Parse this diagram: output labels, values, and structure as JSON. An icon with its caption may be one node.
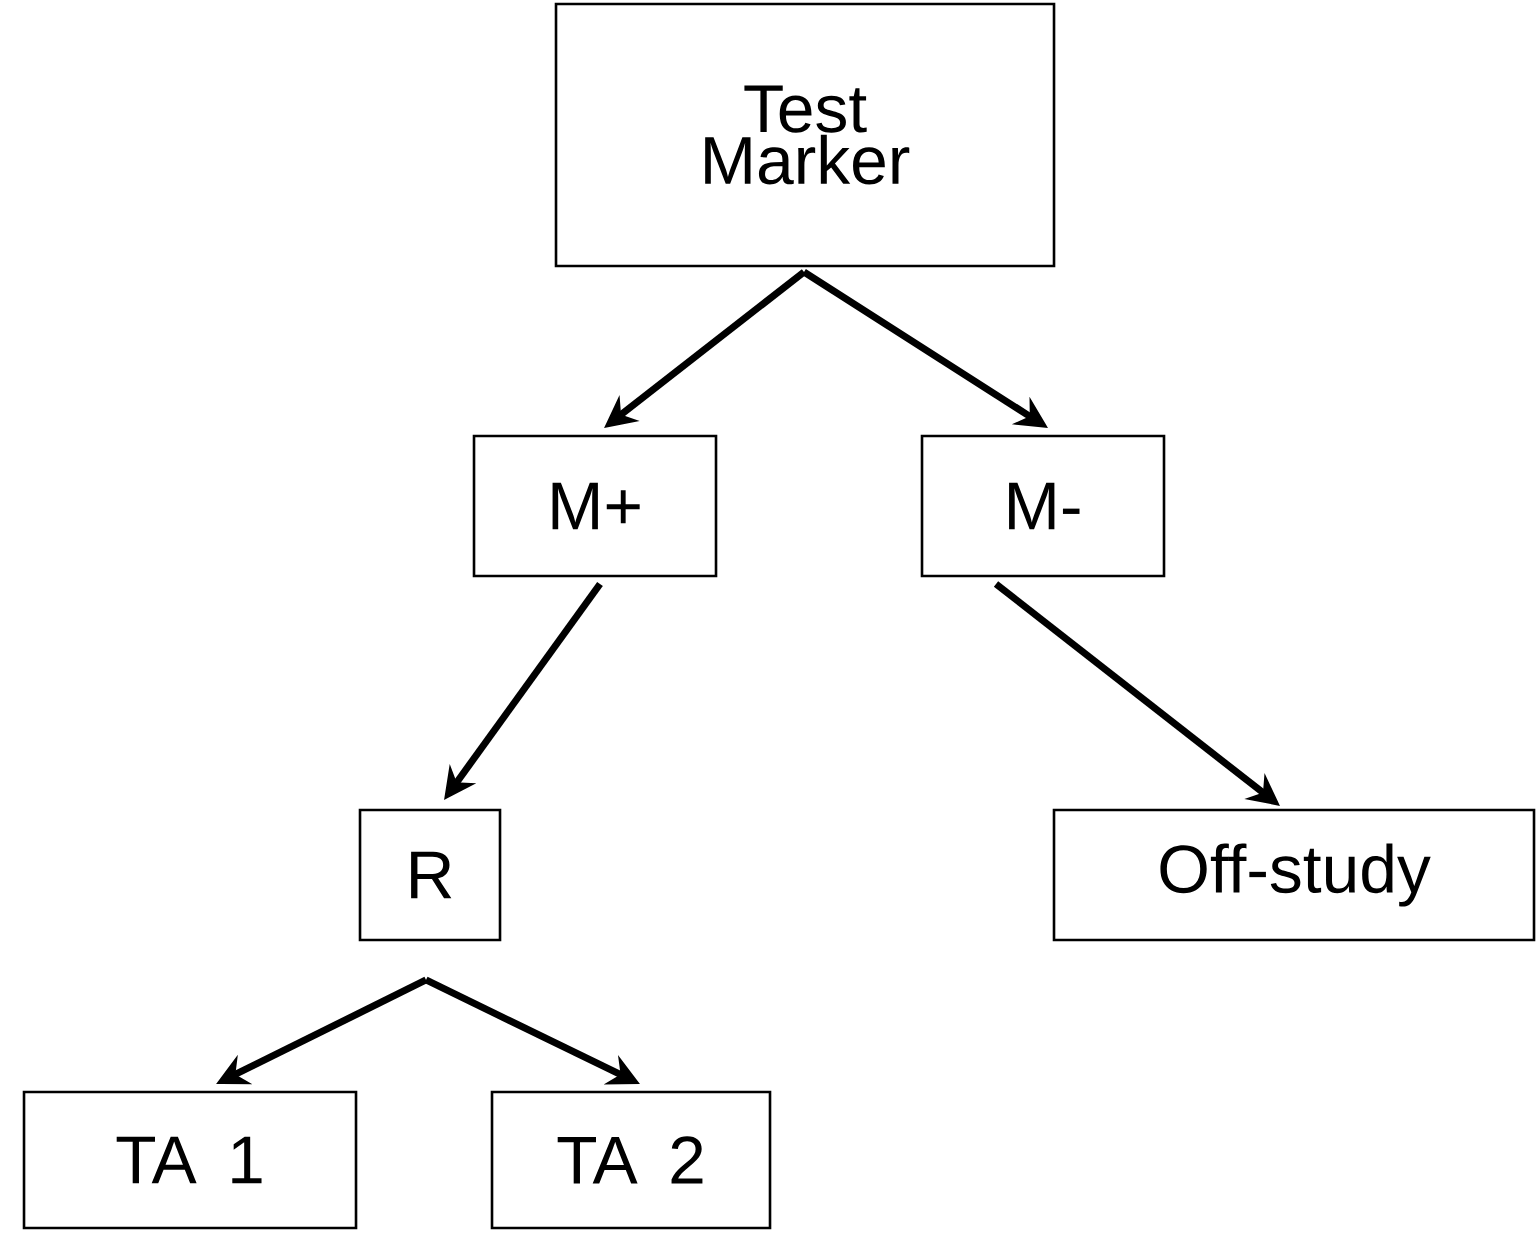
{
  "diagram": {
    "nodes": [
      {
        "text": [
          "Test Marker"
        ]
      },
      {
        "text": [
          "M+"
        ]
      },
      {
        "text": [
          "M-"
        ]
      },
      {
        "text": [
          "R"
        ]
      },
      {
        "text": [
          "Off-study"
        ]
      },
      {
        "text": [
          "TA 1"
        ]
      },
      {
        "text": [
          "TA 2"
        ]
      }
    ],
    "edges": [
      {
        "from": 0,
        "to": 1,
        "arrow": "to"
      },
      {
        "from": 0,
        "to": 2,
        "arrow": "to"
      },
      {
        "from": 1,
        "to": 3,
        "arrow": "to"
      },
      {
        "from": 2,
        "to": 4,
        "arrow": "to"
      },
      {
        "from": 3,
        "to": 5,
        "arrow": "to"
      },
      {
        "from": 3,
        "to": 6,
        "arrow": "to"
      }
    ]
  }
}
